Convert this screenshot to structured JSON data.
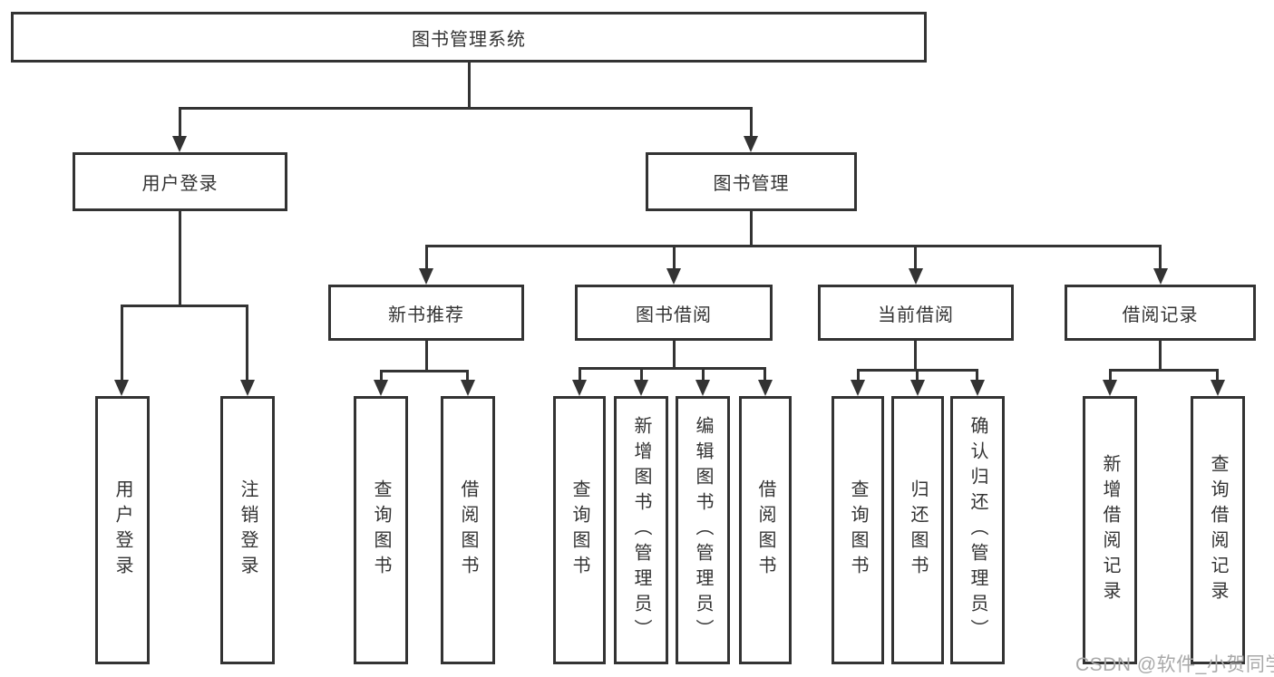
{
  "colors": {
    "line": "#333333",
    "text": "#333333",
    "background": "#ffffff",
    "watermark": "#a9a9a9"
  },
  "tree": {
    "root": {
      "label": "图书管理系统"
    },
    "children": [
      {
        "label": "用户登录",
        "children": [
          {
            "label": "用户登录"
          },
          {
            "label": "注销登录"
          }
        ]
      },
      {
        "label": "图书管理",
        "children": [
          {
            "label": "新书推荐",
            "children": [
              {
                "label": "查询图书"
              },
              {
                "label": "借阅图书"
              }
            ]
          },
          {
            "label": "图书借阅",
            "children": [
              {
                "label": "查询图书"
              },
              {
                "label": "新增图书（管理员）"
              },
              {
                "label": "编辑图书（管理员）"
              },
              {
                "label": "借阅图书"
              }
            ]
          },
          {
            "label": "当前借阅",
            "children": [
              {
                "label": "查询图书"
              },
              {
                "label": "归还图书"
              },
              {
                "label": "确认归还（管理员）"
              }
            ]
          },
          {
            "label": "借阅记录",
            "children": [
              {
                "label": "新增借阅记录"
              },
              {
                "label": "查询借阅记录"
              }
            ]
          }
        ]
      }
    ]
  },
  "watermark": {
    "text": "CSDN @软件_小贺同学"
  }
}
